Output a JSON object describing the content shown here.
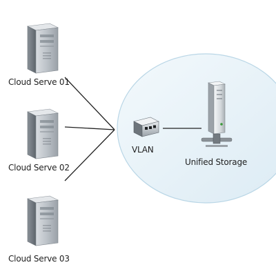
{
  "servers": [
    {
      "label": "Cloud Serve 01",
      "icon": "server-tower-icon"
    },
    {
      "label": "Cloud Serve 02",
      "icon": "server-tower-icon"
    },
    {
      "label": "Cloud Serve 03",
      "icon": "server-tower-icon"
    }
  ],
  "vlan": {
    "label": "VLAN",
    "icon": "network-switch-icon"
  },
  "storage": {
    "label": "Unified Storage",
    "icon": "storage-tower-icon"
  },
  "colors": {
    "cloud_fill": "#e6f2f8",
    "cloud_stroke": "#b9d6e6",
    "connector": "#202020",
    "server_body": "#aab1b8",
    "server_dark": "#6f777e"
  }
}
